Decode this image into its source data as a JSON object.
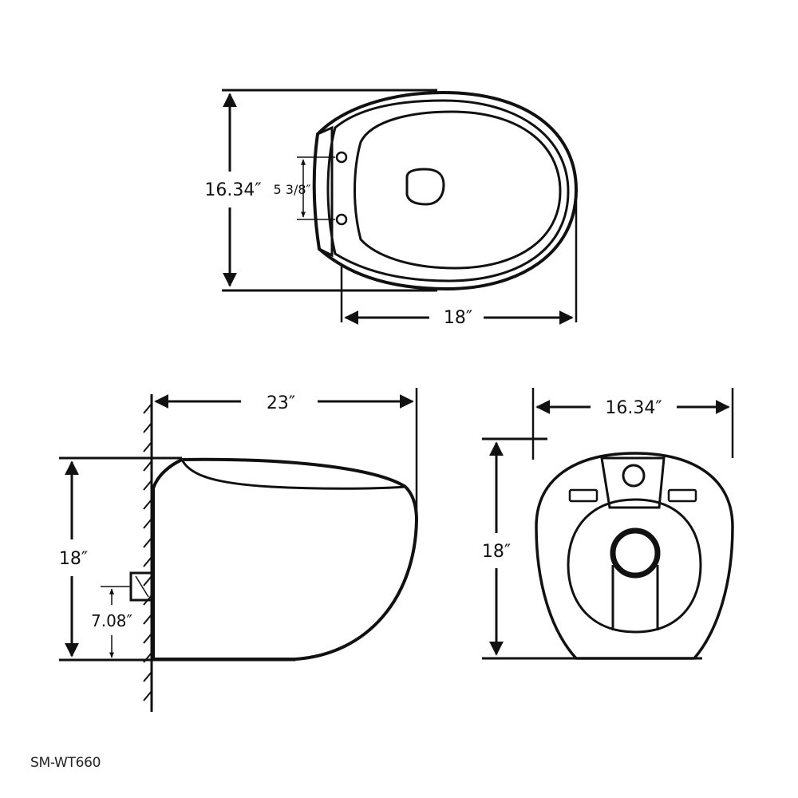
{
  "top_view": {
    "depth_label": "16.34″",
    "bolt_spacing_label": "5 3/8″",
    "width_label": "18″"
  },
  "side_view": {
    "length_label": "23″",
    "height_label": "18″",
    "outlet_height_label": "7.08″"
  },
  "front_view": {
    "width_label": "16.34″",
    "height_label": "18″"
  },
  "footer": {
    "model_code": "SM-WT660"
  },
  "colors": {
    "line": "#111111",
    "background": "#ffffff"
  }
}
